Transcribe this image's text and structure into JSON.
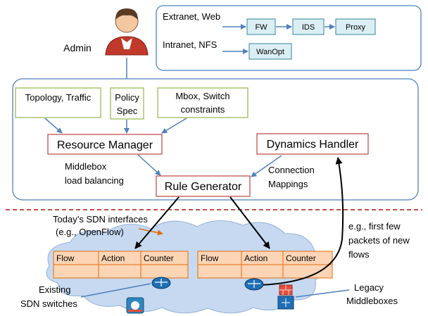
{
  "policy_panel": {
    "row1": {
      "label": "Extranet, Web",
      "chain": [
        "FW",
        "IDS",
        "Proxy"
      ]
    },
    "row2": {
      "label": "Intranet, NFS",
      "chain": [
        "WanOpt"
      ]
    }
  },
  "admin_label": "Admin",
  "inputs": {
    "topology": "Topology, Traffic",
    "policy_line1": "Policy",
    "policy_line2": "Spec",
    "mbox_line1": "Mbox, Switch",
    "mbox_line2": "constraints"
  },
  "modules": {
    "resource_manager": "Resource Manager",
    "dynamics_handler": "Dynamics Handler",
    "rule_generator": "Rule Generator"
  },
  "annotations": {
    "lb_line1": "Middlebox",
    "lb_line2": "load balancing",
    "cm_line1": "Connection",
    "cm_line2": "Mappings",
    "sdn_line1": "Today’s SDN interfaces",
    "sdn_line2": "(e.g., OpenFlow)",
    "first_line1": "e.g., first few",
    "first_line2": "packets of new",
    "first_line3": "flows",
    "switches_line1": "Existing",
    "switches_line2": "SDN switches",
    "legacy_line1": "Legacy",
    "legacy_line2": "Middleboxes"
  },
  "flow_table_headers": [
    "Flow",
    "Action",
    "Counter"
  ],
  "colors": {
    "blue_border": "#4f81bd",
    "green_border": "#9bbb59",
    "red_border": "#c0504d",
    "dashed_line": "#c0504d",
    "table_fill": "#fbd5b5",
    "table_border": "#e46c0a",
    "chain_fill": "#dbeef4",
    "chain_border": "#31859c",
    "cloud_fill": "#c6d9f1"
  }
}
